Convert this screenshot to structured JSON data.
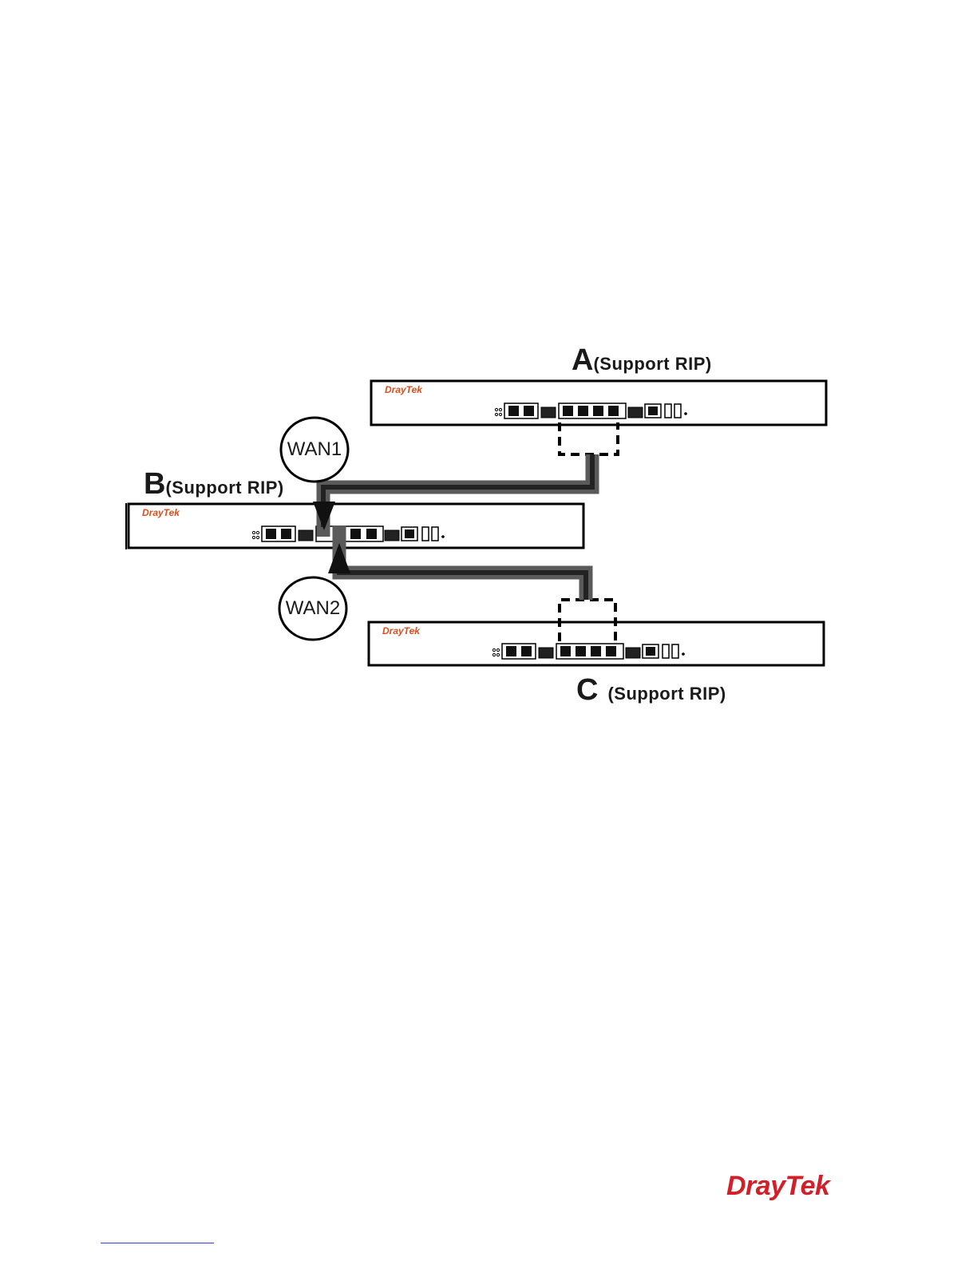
{
  "routers": {
    "a": {
      "letter": "A",
      "support": "(Support RIP)",
      "brand": "DrayTek"
    },
    "b": {
      "letter": "B",
      "support": "(Support RIP)",
      "brand": "DrayTek"
    },
    "c": {
      "letter": "C",
      "support": "(Support RIP)",
      "brand": "DrayTek"
    }
  },
  "wan_links": {
    "wan1": "WAN1",
    "wan2": "WAN2"
  },
  "footer": {
    "brand": "DrayTek"
  },
  "colors": {
    "brand_red": "#d0202a",
    "brand_orange": "#d94f1e",
    "cable_outer": "#5a5a5a",
    "cable_inner": "#222222"
  }
}
